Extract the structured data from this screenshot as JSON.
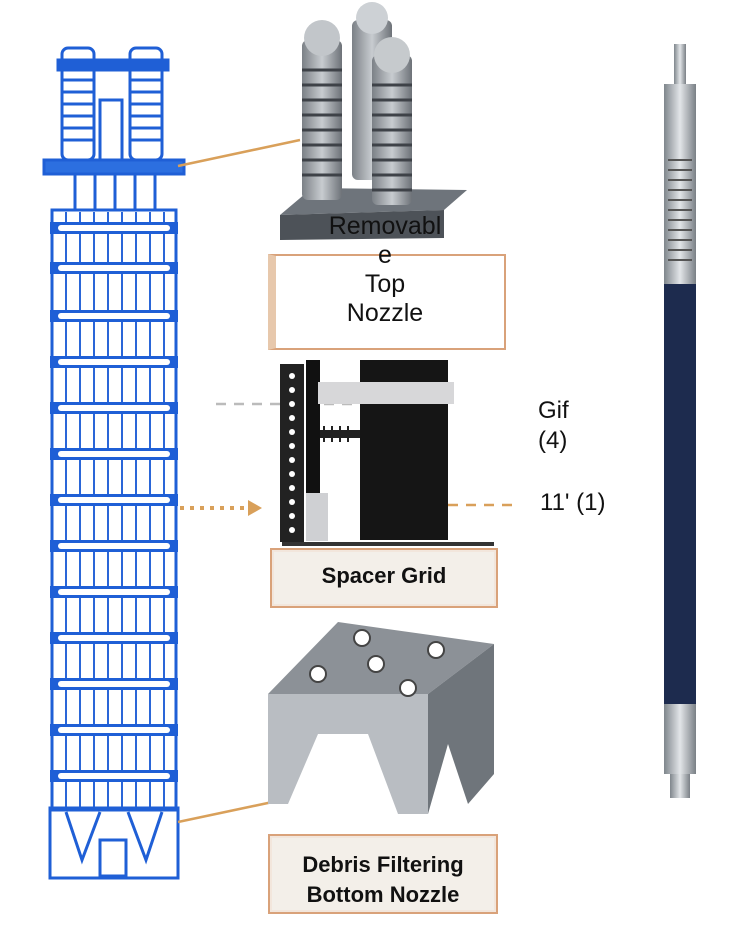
{
  "labels": {
    "top_nozzle": [
      "Removabl",
      "e",
      "Top",
      "Nozzle"
    ],
    "spacer_grid": "Spacer Grid",
    "bottom_nozzle": [
      "Debris Filtering",
      "Bottom Nozzle"
    ],
    "callout_a": [
      "Gif",
      "(4)"
    ],
    "callout_b": "11' (1)"
  },
  "colors": {
    "assembly_blue": "#1f5fd6",
    "leader_orange": "#d9a05a",
    "rod_dark": "#1d2b4e",
    "metal": "#9ea3a8"
  }
}
